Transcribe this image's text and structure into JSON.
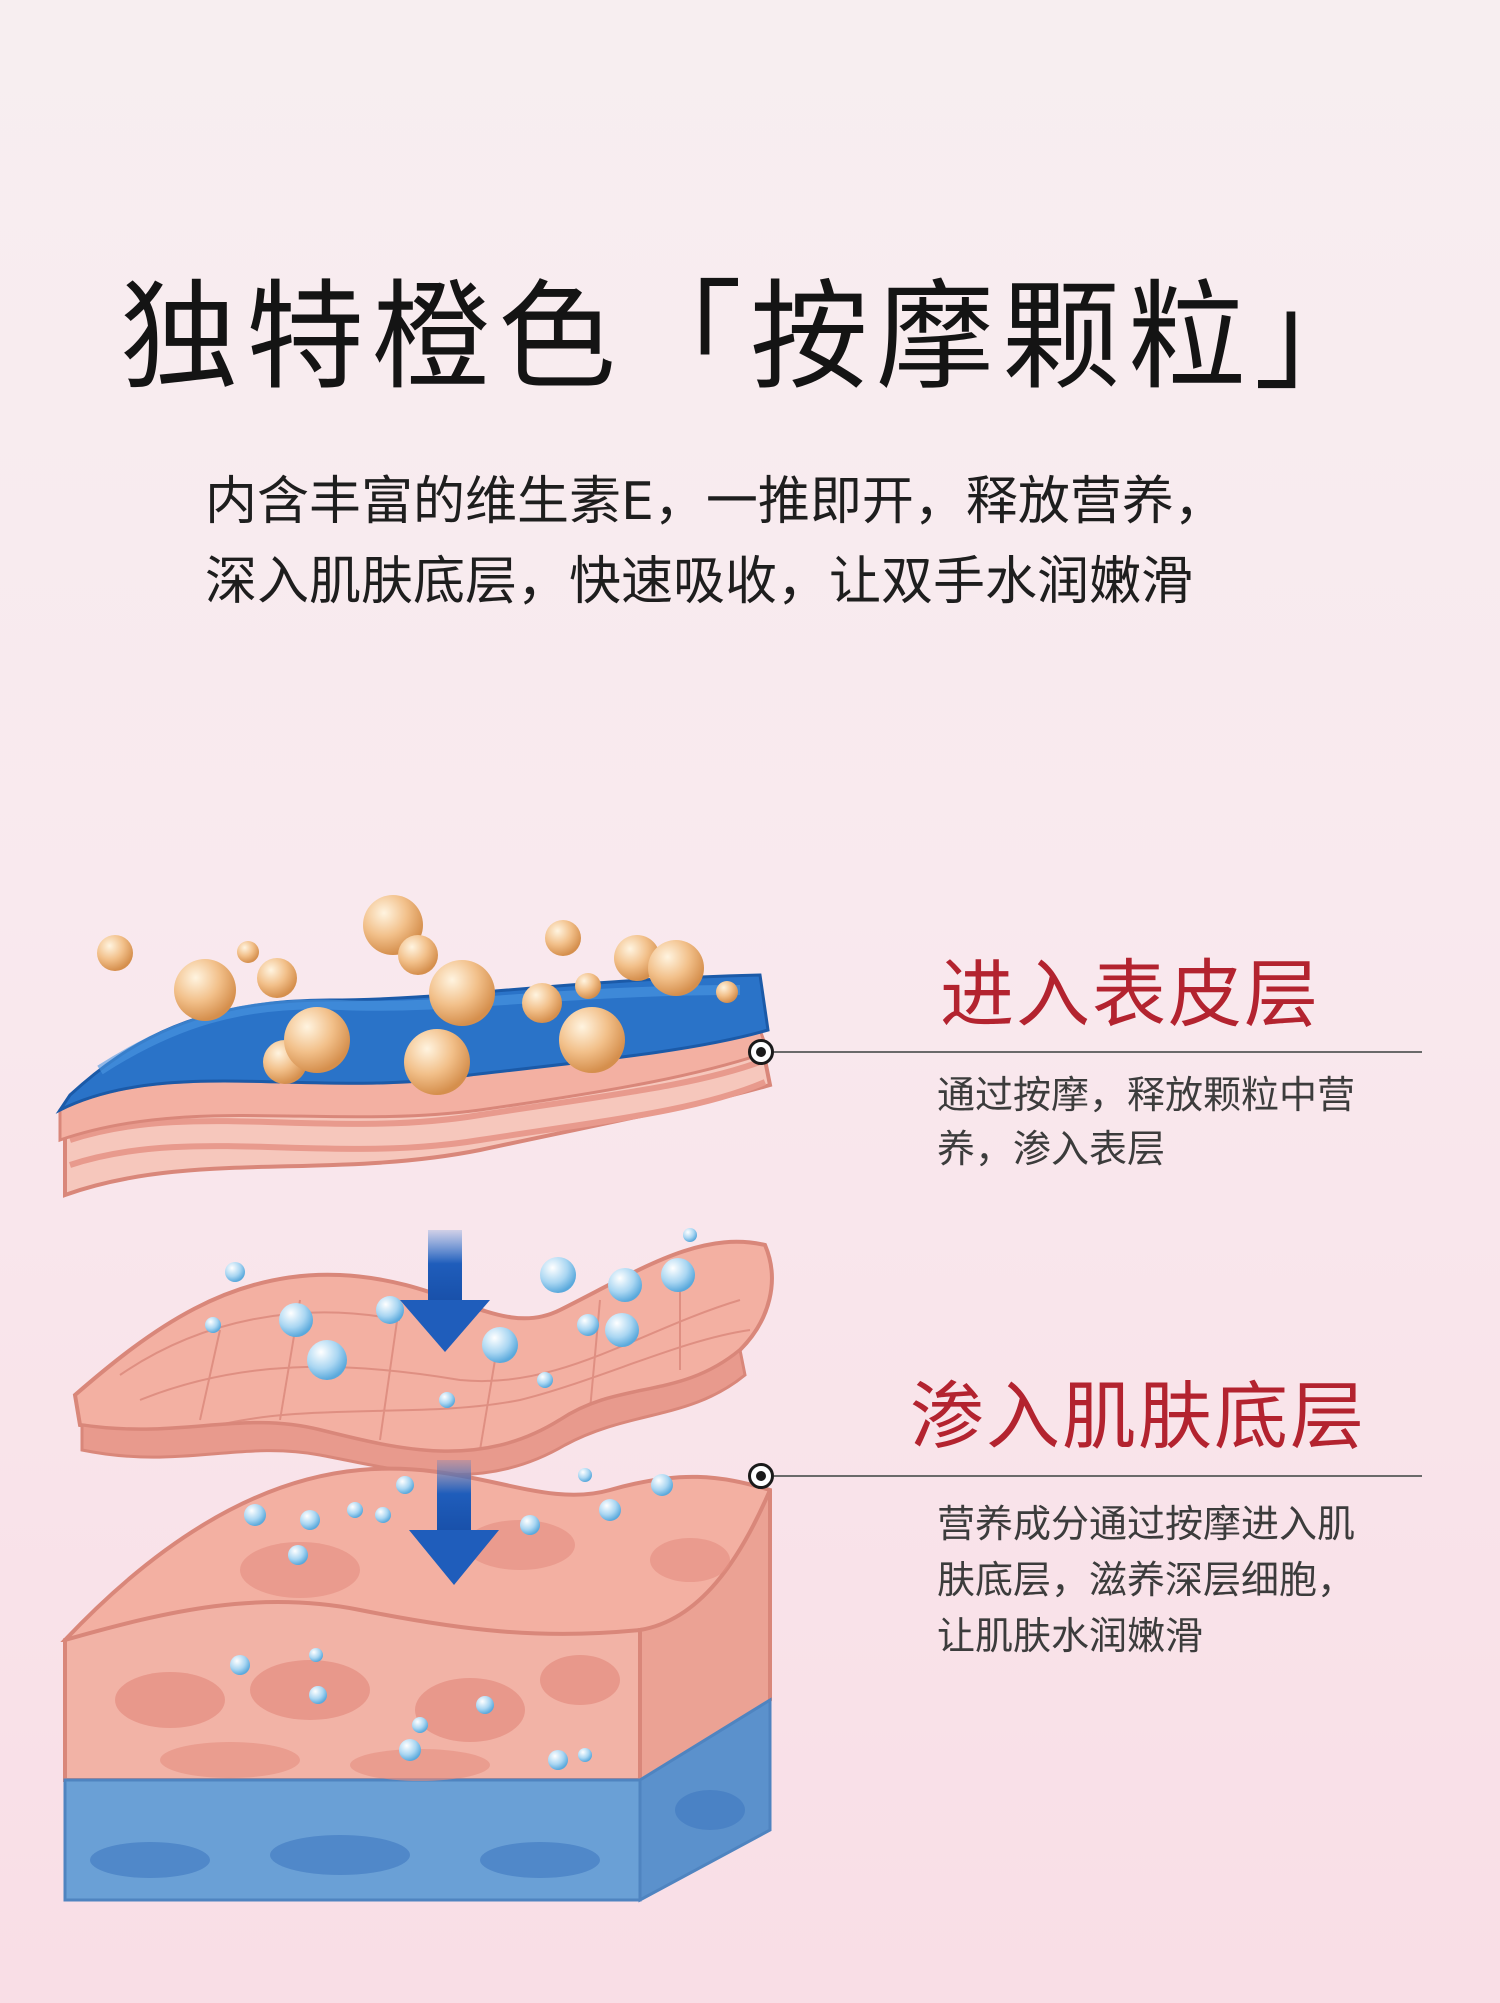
{
  "headline": "独特橙色「按摩颗粒」",
  "intro": {
    "line1": "内含丰富的维生素E，一推即开，释放营养，",
    "line2": "深入肌肤底层，快速吸收，让双手水润嫩滑"
  },
  "stages": [
    {
      "title": "进入表皮层",
      "desc_line1": "通过按摩，释放颗粒中营",
      "desc_line2": "养，渗入表层"
    },
    {
      "title": "渗入肌肤底层",
      "desc_line1": "营养成分通过按摩进入肌",
      "desc_line2": "肤底层，滋养深层细胞，",
      "desc_line3": "让肌肤水润嫩滑"
    }
  ],
  "colors": {
    "title_red": "#b3232f",
    "skin_pink": "#f2b3a6",
    "skin_dark": "#e48d80",
    "layer_blue": "#2a73c8",
    "arrow_blue": "#1f5dbb",
    "bead_orange": "#f2c08a",
    "droplet_blue": "#a9d6f2"
  }
}
